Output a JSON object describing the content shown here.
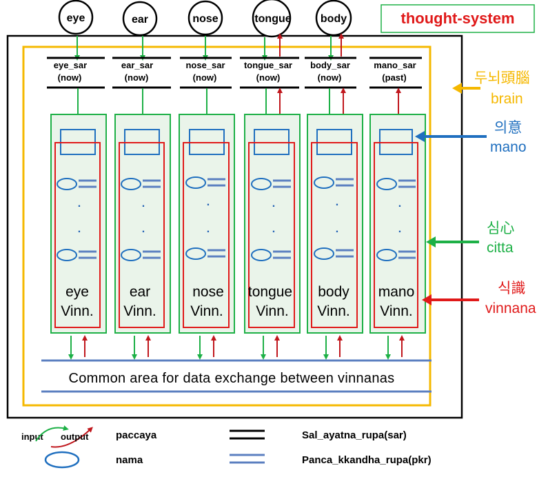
{
  "title": "thought-system",
  "senses": [
    {
      "label": "eye"
    },
    {
      "label": "ear"
    },
    {
      "label": "nose"
    },
    {
      "label": "tongue"
    },
    {
      "label": "body"
    }
  ],
  "columns": [
    {
      "sar_name": "eye_sar",
      "sar_time": "(now)",
      "vinn_name": "eye",
      "vinn_abbr": "Vinn."
    },
    {
      "sar_name": "ear_sar",
      "sar_time": "(now)",
      "vinn_name": "ear",
      "vinn_abbr": "Vinn."
    },
    {
      "sar_name": "nose_sar",
      "sar_time": "(now)",
      "vinn_name": "nose",
      "vinn_abbr": "Vinn."
    },
    {
      "sar_name": "tongue_sar",
      "sar_time": "(now)",
      "vinn_name": "tongue",
      "vinn_abbr": "Vinn."
    },
    {
      "sar_name": "body_sar",
      "sar_time": "(now)",
      "vinn_name": "body",
      "vinn_abbr": "Vinn."
    },
    {
      "sar_name": "mano_sar",
      "sar_time": "(past)",
      "vinn_name": "mano",
      "vinn_abbr": "Vinn."
    }
  ],
  "dots": ".",
  "common_area": "Common area for data exchange between vinnanas",
  "side_labels": {
    "brain": {
      "korean": "두뇌頭腦",
      "english": "brain",
      "color": "#f5b800"
    },
    "mano": {
      "korean": "의意",
      "english": "mano",
      "color": "#1f6fbf"
    },
    "citta": {
      "korean": "심心",
      "english": "citta",
      "color": "#1db046"
    },
    "vinnana": {
      "korean": "식識",
      "english": "vinnana",
      "color": "#e01919"
    }
  },
  "legend": {
    "input": "input",
    "output": "output",
    "paccaya": "paccaya",
    "nama": "nama",
    "sar": "Sal_ayatna_rupa(sar)",
    "pkr": "Panca_kkandha_rupa(pkr)"
  },
  "colors": {
    "green": "#1db046",
    "red": "#c0161c",
    "blue": "#1f6fbf",
    "yellow": "#f5b800",
    "pkr_line": "#5b7fc0",
    "column_fill": "#eaf4ea"
  }
}
